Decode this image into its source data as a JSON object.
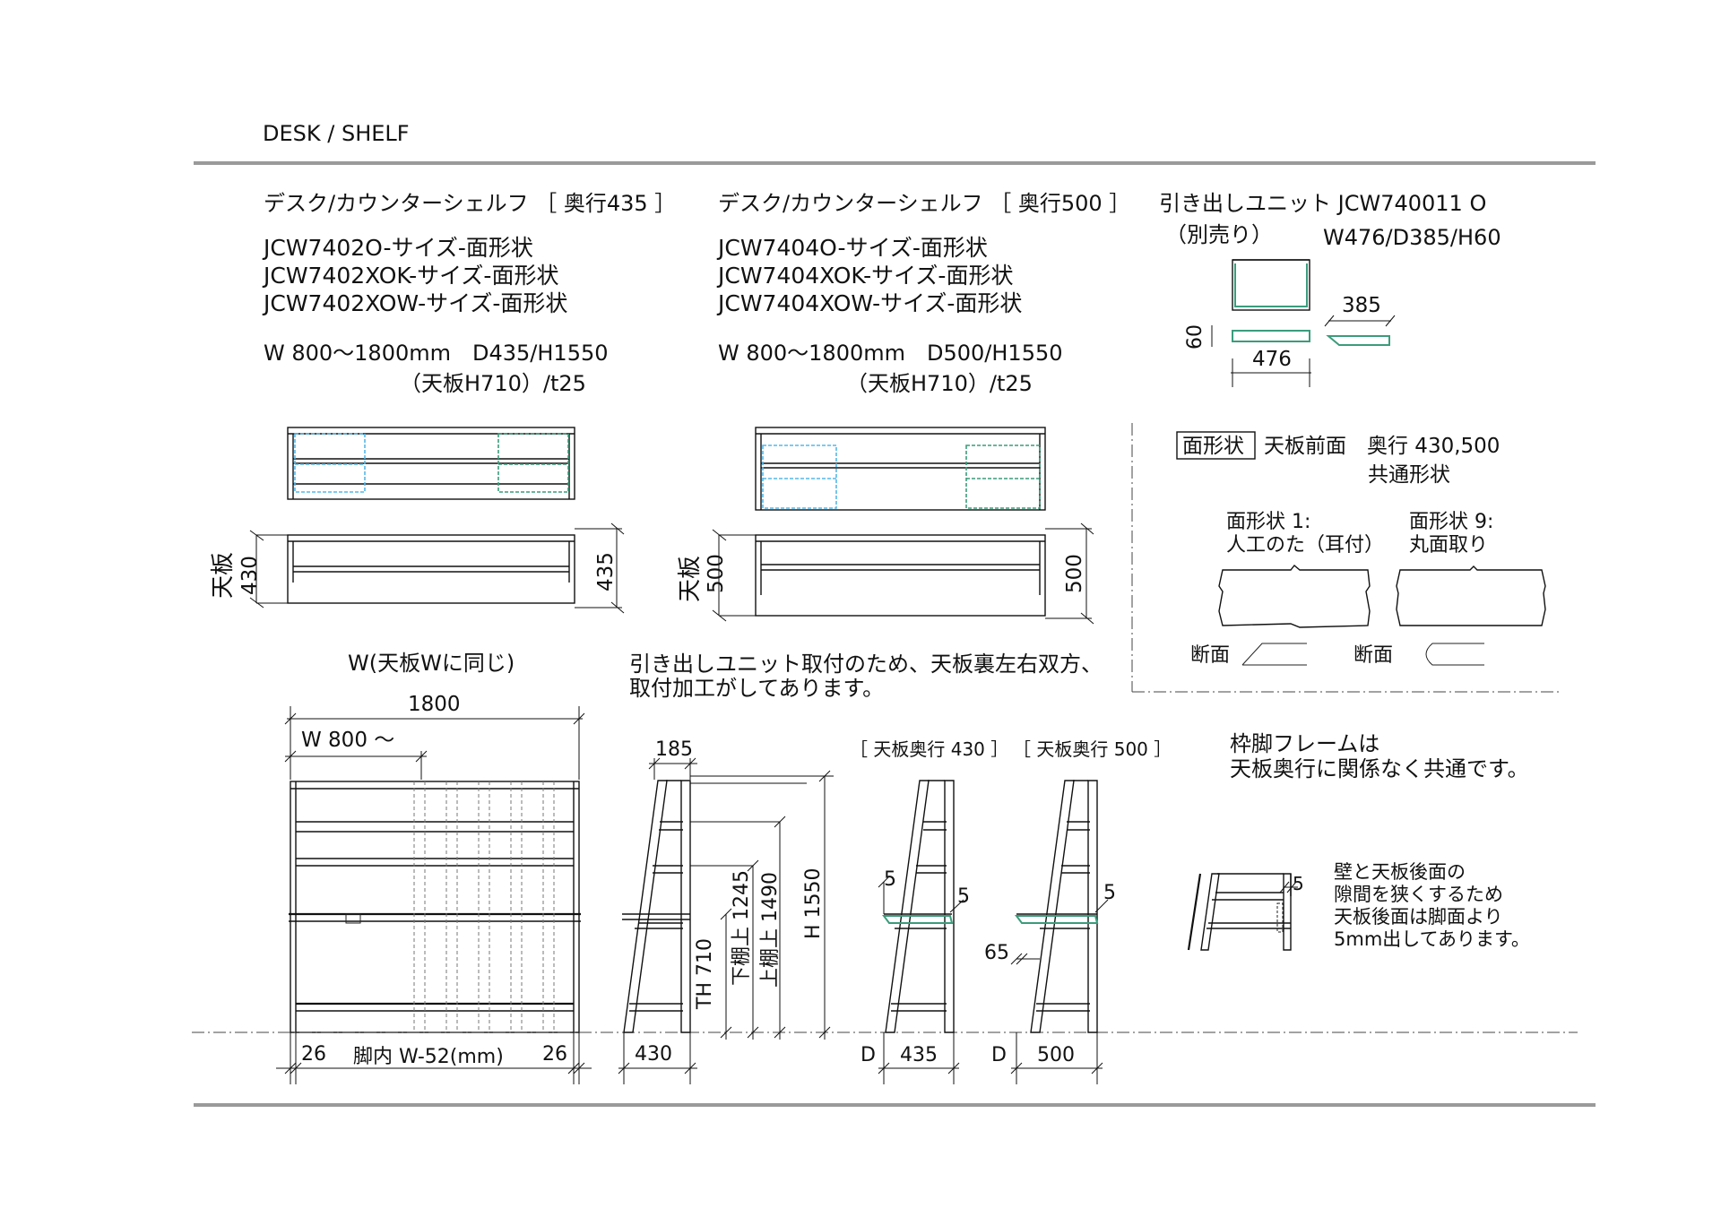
{
  "header": {
    "title": "DESK / SHELF"
  },
  "colors": {
    "accent_blue": "#55b8e8",
    "accent_green": "#3b9c7c",
    "rule_gray": "#9a9a9a"
  },
  "left_product": {
    "title": "デスク/カウンターシェルフ ［ 奥行435 ］",
    "codes": [
      "JCW7402O-サイズ-面形状",
      "JCW7402XOK-サイズ-面形状",
      "JCW7402XOW-サイズ-面形状"
    ],
    "size_line1": "W 800〜1800mm　D435/H1550",
    "size_line2": "（天板H710）/t25",
    "label_tenban": "天板",
    "dim_430": "430",
    "dim_435": "435"
  },
  "mid_product": {
    "title": "デスク/カウンターシェルフ ［ 奥行500 ］",
    "codes": [
      "JCW7404O-サイズ-面形状",
      "JCW7404XOK-サイズ-面形状",
      "JCW7404XOW-サイズ-面形状"
    ],
    "size_line1": "W 800〜1800mm　D500/H1550",
    "size_line2": "（天板H710）/t25",
    "label_tenban": "天板",
    "dim_500a": "500",
    "dim_500b": "500"
  },
  "drawer": {
    "title": "引き出しユニット JCW740011 O",
    "sub": "（別売り）",
    "size": "W476/D385/H60",
    "dim_385": "385",
    "dim_60": "60",
    "dim_476": "476"
  },
  "edge": {
    "badge": "面形状",
    "line1": "天板前面　奥行 430,500",
    "line2": "共通形状",
    "shape1_l1": "面形状 1:",
    "shape1_l2": "人工のた（耳付）",
    "shape9_l1": "面形状 9:",
    "shape9_l2": "丸面取り",
    "section1": "断面",
    "section2": "断面"
  },
  "front": {
    "w_label": "W(天板Wに同じ)",
    "dim_1800": "1800",
    "dim_w800": "W 800 〜",
    "dim_26a": "26",
    "inner": "脚内 W-52(mm)",
    "dim_26b": "26"
  },
  "note_drawer": {
    "line1": "引き出しユニット取付のため、天板裏左右双方、",
    "line2": "取付加工がしてあります。"
  },
  "side": {
    "dim_185": "185",
    "dim_430": "430",
    "th": "TH 710",
    "lower": "下棚上 1245",
    "upper": "上棚上 1490",
    "h": "H 1550"
  },
  "depth_compare": {
    "label430": "［ 天板奥行 430 ］",
    "label500": "［ 天板奥行 500 ］",
    "dim_5a": "5",
    "dim_5b": "5",
    "dim_5c": "5",
    "dim_65": "65",
    "d1": "D",
    "dim_435": "435",
    "d2": "D",
    "dim_500": "500"
  },
  "frame_note": {
    "line1": "枠脚フレームは",
    "line2": "天板奥行に関係なく共通です。"
  },
  "wall_note": {
    "dim_5": "5",
    "lines": [
      "壁と天板後面の",
      "隙間を狭くするため",
      "天板後面は脚面より",
      "5mm出してあります。"
    ]
  }
}
